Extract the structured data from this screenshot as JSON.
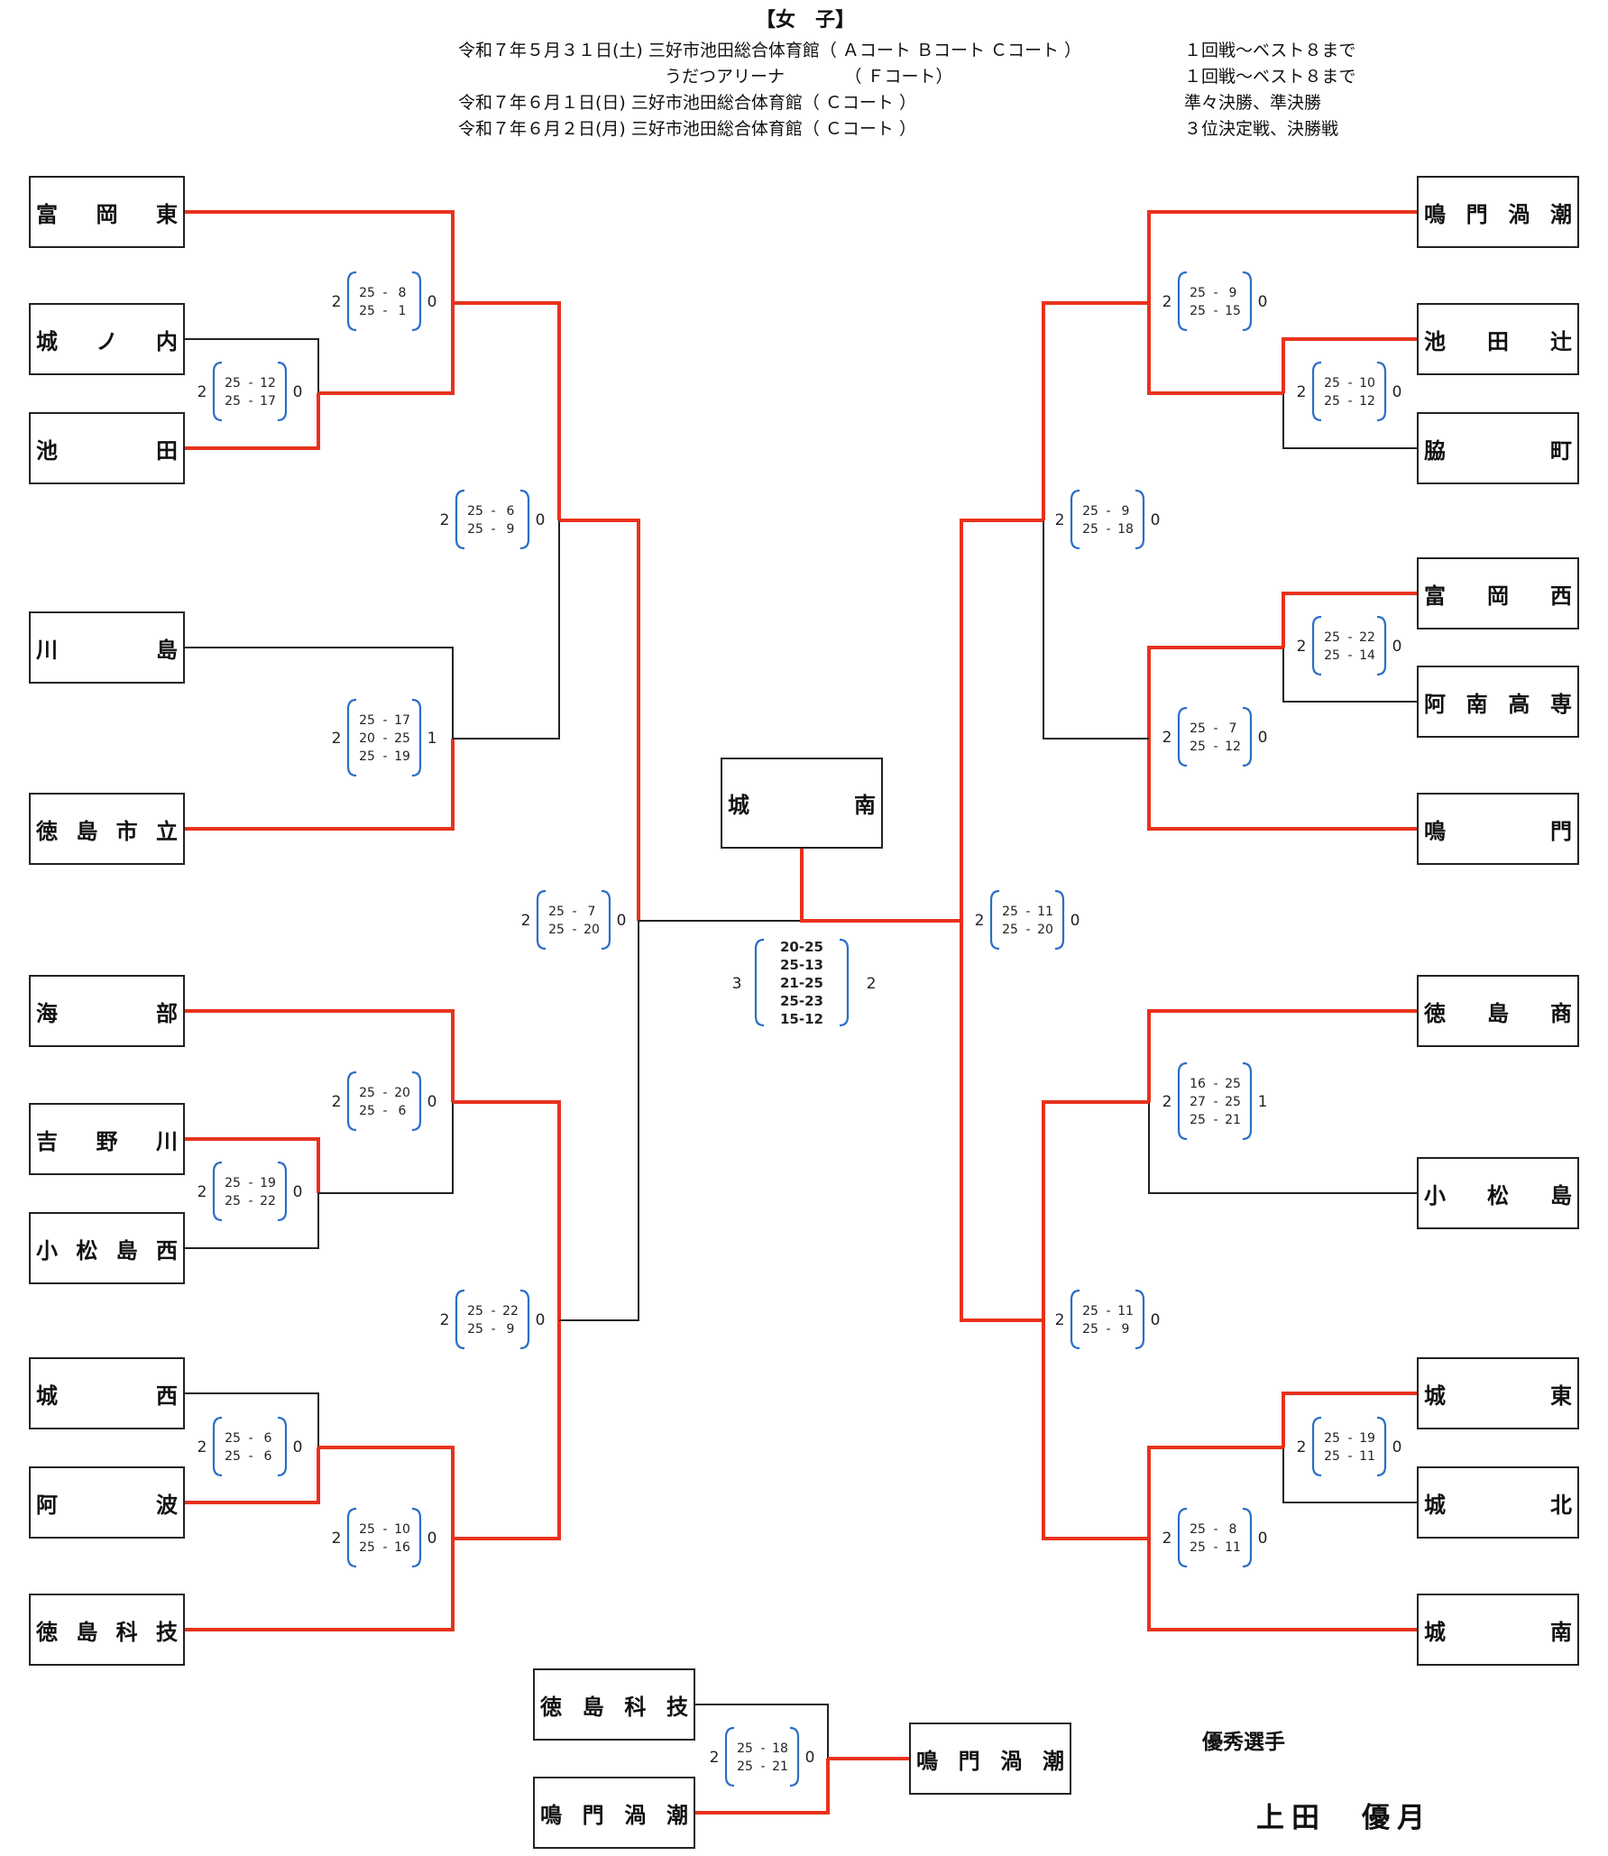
{
  "header": {
    "title": "【女　子】",
    "lines": [
      {
        "left": "令和７年５月３１日(土) 三好市池田総合体育館（ Ａコート Ｂコート Ｃコート ）",
        "right": "１回戦～ベスト８まで"
      },
      {
        "left": "うだつアリーナ　　　　（ Ｆコート）",
        "right": "１回戦～ベスト８まで"
      },
      {
        "left": "令和７年６月１日(日) 三好市池田総合体育館（ Ｃコート ）",
        "right": "準々決勝、準決勝"
      },
      {
        "left": "令和７年６月２日(月) 三好市池田総合体育館（ Ｃコート ）",
        "right": "３位決定戦、決勝戦"
      }
    ]
  },
  "teams_left": [
    "富岡東",
    "城ノ内",
    "池田",
    "川島",
    "徳島市立",
    "海部",
    "吉野川",
    "小松島西",
    "城西",
    "阿波",
    "徳島科技"
  ],
  "teams_right": [
    "鳴門渦潮",
    "池田辻",
    "脇町",
    "富岡西",
    "阿南高専",
    "鳴門",
    "徳島商",
    "小松島",
    "城東",
    "城北",
    "城南"
  ],
  "champion": "城南",
  "matches": [
    {
      "w": 2,
      "l": 0,
      "sets": [
        [
          "25",
          "8"
        ],
        [
          "25",
          "1"
        ]
      ]
    },
    {
      "w": 2,
      "l": 0,
      "sets": [
        [
          "25",
          "12"
        ],
        [
          "25",
          "17"
        ]
      ]
    },
    {
      "w": 2,
      "l": 0,
      "sets": [
        [
          "25",
          "6"
        ],
        [
          "25",
          "9"
        ]
      ]
    },
    {
      "w": 2,
      "l": 1,
      "sets": [
        [
          "25",
          "17"
        ],
        [
          "20",
          "25"
        ],
        [
          "25",
          "19"
        ]
      ]
    },
    {
      "w": 2,
      "l": 0,
      "sets": [
        [
          "25",
          "7"
        ],
        [
          "25",
          "20"
        ]
      ]
    },
    {
      "w": 2,
      "l": 0,
      "sets": [
        [
          "25",
          "20"
        ],
        [
          "25",
          "6"
        ]
      ]
    },
    {
      "w": 2,
      "l": 0,
      "sets": [
        [
          "25",
          "19"
        ],
        [
          "25",
          "22"
        ]
      ]
    },
    {
      "w": 2,
      "l": 0,
      "sets": [
        [
          "25",
          "22"
        ],
        [
          "25",
          "9"
        ]
      ]
    },
    {
      "w": 2,
      "l": 0,
      "sets": [
        [
          "25",
          "6"
        ],
        [
          "25",
          "6"
        ]
      ]
    },
    {
      "w": 2,
      "l": 0,
      "sets": [
        [
          "25",
          "10"
        ],
        [
          "25",
          "16"
        ]
      ]
    },
    {
      "w": 2,
      "l": 0,
      "sets": [
        [
          "25",
          "9"
        ],
        [
          "25",
          "15"
        ]
      ]
    },
    {
      "w": 2,
      "l": 0,
      "sets": [
        [
          "25",
          "10"
        ],
        [
          "25",
          "12"
        ]
      ]
    },
    {
      "w": 2,
      "l": 0,
      "sets": [
        [
          "25",
          "9"
        ],
        [
          "25",
          "18"
        ]
      ]
    },
    {
      "w": 2,
      "l": 0,
      "sets": [
        [
          "25",
          "22"
        ],
        [
          "25",
          "14"
        ]
      ]
    },
    {
      "w": 2,
      "l": 0,
      "sets": [
        [
          "25",
          "7"
        ],
        [
          "25",
          "12"
        ]
      ]
    },
    {
      "w": 2,
      "l": 0,
      "sets": [
        [
          "25",
          "11"
        ],
        [
          "25",
          "20"
        ]
      ]
    },
    {
      "w": 2,
      "l": 1,
      "sets": [
        [
          "16",
          "25"
        ],
        [
          "27",
          "25"
        ],
        [
          "25",
          "21"
        ]
      ]
    },
    {
      "w": 2,
      "l": 0,
      "sets": [
        [
          "25",
          "11"
        ],
        [
          "25",
          "9"
        ]
      ]
    },
    {
      "w": 2,
      "l": 0,
      "sets": [
        [
          "25",
          "19"
        ],
        [
          "25",
          "11"
        ]
      ]
    },
    {
      "w": 2,
      "l": 0,
      "sets": [
        [
          "25",
          "8"
        ],
        [
          "25",
          "11"
        ]
      ]
    },
    {
      "w": 2,
      "l": 0,
      "sets": [
        [
          "25",
          "18"
        ],
        [
          "25",
          "21"
        ]
      ]
    }
  ],
  "final": {
    "left_score": "3",
    "right_score": "2",
    "sets": [
      "20-25",
      "25-13",
      "21-25",
      "25-23",
      "15-12"
    ]
  },
  "third_place": {
    "teams": [
      "徳島科技",
      "鳴門渦潮"
    ],
    "winner": "鳴門渦潮"
  },
  "mvp": {
    "label": "優秀選手",
    "name": "上田　優月"
  },
  "colors": {
    "win_line": "#e8321d",
    "line": "#222222",
    "bracket": "#2a6fc4"
  }
}
